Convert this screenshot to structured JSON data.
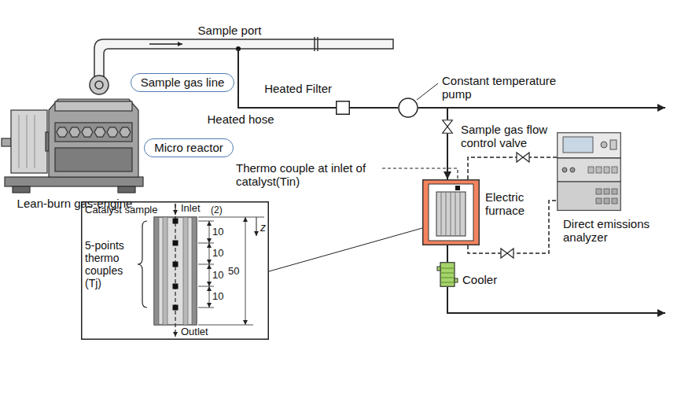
{
  "diagram": {
    "nodes": [
      {
        "text": [
          "Sample gas line"
        ]
      },
      {
        "text": [
          "Micro reactor"
        ]
      },
      {
        "text": [
          "Heated Filter"
        ]
      },
      {
        "text": [
          "Constant temperature pump"
        ]
      },
      {
        "text": [
          "Sample gas flow control valve"
        ]
      },
      {
        "text": [
          "Electric furnace"
        ]
      },
      {
        "text": [
          "Cooler"
        ]
      },
      {
        "text": [
          "Direct emissions analyzer"
        ]
      },
      {
        "text": [
          "Catalyst sample",
          "Inlet",
          "Outlet",
          "5-points thermo couples (Tj)"
        ]
      }
    ],
    "edges": [
      {
        "from": 2,
        "to": 3,
        "arrow": "none"
      },
      {
        "from": 3,
        "to": 4,
        "arrow": "none"
      },
      {
        "from": 4,
        "to": 5,
        "arrow": "to"
      },
      {
        "from": 5,
        "to": 6,
        "arrow": "none"
      },
      {
        "from": 5,
        "to": 7,
        "arrow": "none"
      },
      {
        "from": 5,
        "to": 7,
        "arrow": "none"
      },
      {
        "from": 8,
        "to": 5,
        "arrow": "none"
      }
    ],
    "labels": [
      "Sample port",
      "Heated hose",
      "Thermo couple at inlet of catalyst(Tin)",
      "Lean-burn gas-engine",
      "(2)",
      "10",
      "10",
      "10",
      "10",
      "50",
      "z"
    ]
  }
}
